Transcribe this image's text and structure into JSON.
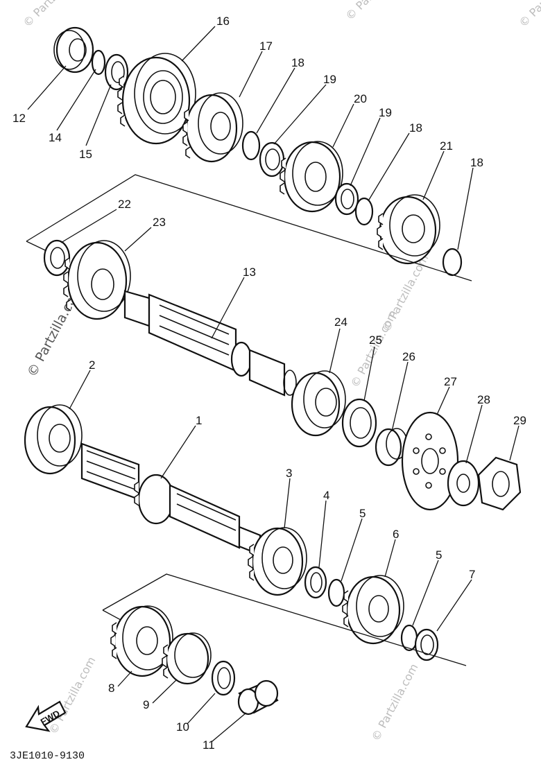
{
  "diagram": {
    "ref_code": "3JE1010-9130",
    "fwd_label": "FWD",
    "watermarks": [
      "© Partzilla.com",
      "© Partzilla.com",
      "© Partzilla.com",
      "© Partzilla.com",
      "© Partzilla.com",
      "© Partzilla.com",
      "© Partzilla.com",
      "© Partzilla.com"
    ],
    "callouts": [
      "16",
      "17",
      "18",
      "19",
      "20",
      "19",
      "18",
      "21",
      "18",
      "12",
      "14",
      "15",
      "22",
      "23",
      "13",
      "24",
      "25",
      "26",
      "27",
      "28",
      "29",
      "2",
      "1",
      "3",
      "4",
      "5",
      "6",
      "5",
      "7",
      "8",
      "9",
      "10",
      "11"
    ]
  }
}
